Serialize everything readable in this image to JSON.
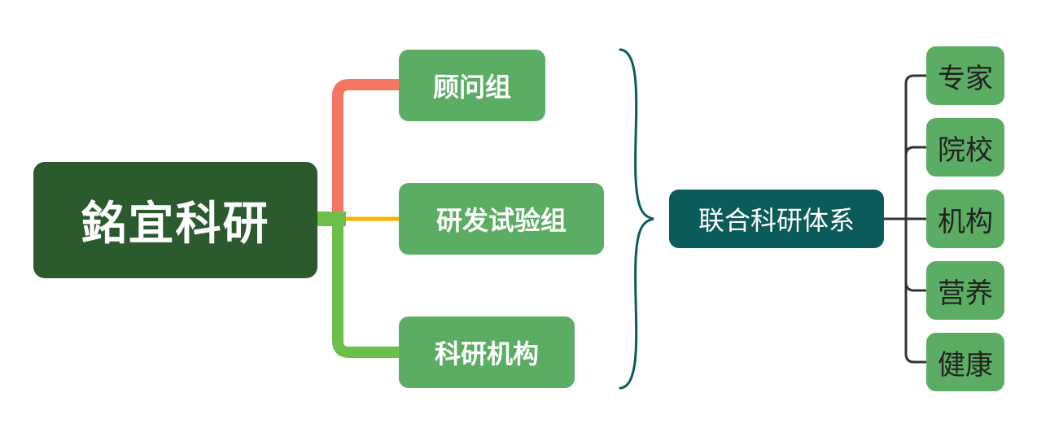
{
  "colors": {
    "root_fill": "#2b5a2e",
    "branch_fill": "#5cad64",
    "center_fill": "#0b5b5a",
    "leaf_fill": "#5cad64",
    "connector_red": "#f47561",
    "connector_orange": "#f5b400",
    "connector_green": "#6cc04a",
    "brace": "#0b5b5a",
    "leaf_connector": "#333333"
  },
  "root": {
    "label": "銘宜科研"
  },
  "branches": [
    {
      "label": "顾问组"
    },
    {
      "label": "研发试验组"
    },
    {
      "label": "科研机构"
    }
  ],
  "center": {
    "label": "联合科研体系"
  },
  "leaves": [
    {
      "label": "专家"
    },
    {
      "label": "院校"
    },
    {
      "label": "机构"
    },
    {
      "label": "营养"
    },
    {
      "label": "健康"
    }
  ]
}
